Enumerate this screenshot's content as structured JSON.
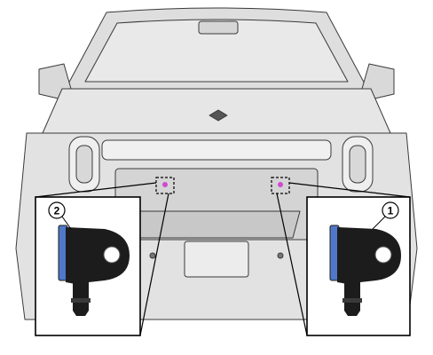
{
  "figure": {
    "description_free": true,
    "callouts": [
      {
        "id": "1",
        "label": "1"
      },
      {
        "id": "2",
        "label": "2"
      }
    ],
    "colors": {
      "line_art": "#3a3a3a",
      "vehicle_fill": "#e3e3e3",
      "sensor_body": "#1c1c1c",
      "sensor_mount_face": "#4f79c8",
      "highlight_marker": "#d04ad0"
    }
  }
}
